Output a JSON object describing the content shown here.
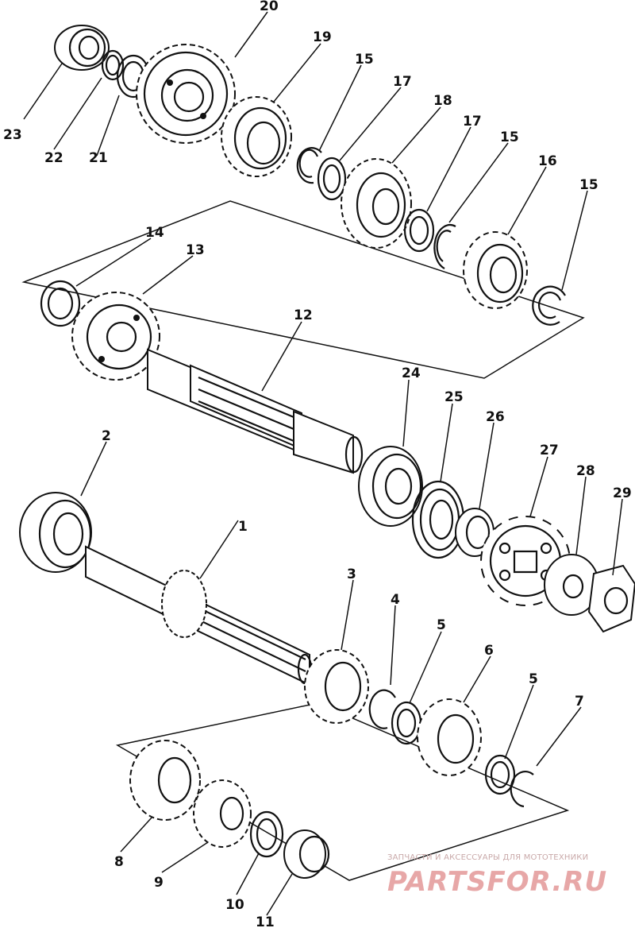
{
  "diagram": {
    "part_numbers": [
      "1",
      "2",
      "3",
      "4",
      "5",
      "5",
      "6",
      "7",
      "8",
      "9",
      "10",
      "11",
      "12",
      "13",
      "14",
      "15",
      "15",
      "15",
      "16",
      "17",
      "17",
      "18",
      "19",
      "20",
      "21",
      "22",
      "23",
      "24",
      "25",
      "26",
      "27",
      "28",
      "29"
    ]
  },
  "watermark": {
    "subtitle": "ЗАПЧАСТИ И АКСЕССУАРЫ ДЛЯ МОТОТЕХНИКИ",
    "logo": "PARTSFOR.RU"
  }
}
